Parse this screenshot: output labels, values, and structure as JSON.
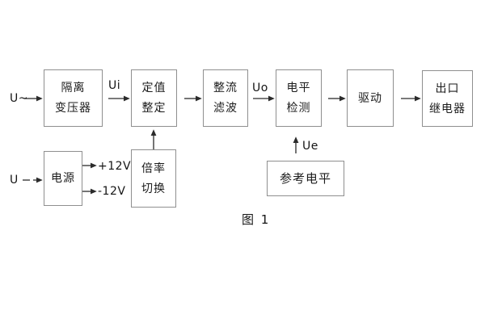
{
  "figure": {
    "caption": "图 1",
    "background_color": "#ffffff",
    "box_border_color": "#8f8f8f",
    "wire_color": "#2b2b2b",
    "text_color": "#1c1c1c"
  },
  "blocks": {
    "isolation_transformer": {
      "line1": "隔离",
      "line2": "变压器"
    },
    "setpoint_adjust": {
      "line1": "定值",
      "line2": "整定"
    },
    "rectify_filter": {
      "line1": "整流",
      "line2": "滤波"
    },
    "level_detect": {
      "line1": "电平",
      "line2": "检测"
    },
    "drive": {
      "label": "驱动"
    },
    "output_relay": {
      "line1": "出口",
      "line2": "继电器"
    },
    "power_supply": {
      "label": "电源"
    },
    "multiplier_switch": {
      "line1": "倍率",
      "line2": "切换"
    },
    "reference_level": {
      "label": "参考电平"
    }
  },
  "signals": {
    "input_ac": "U~",
    "input_dc": "U",
    "ui": "Ui",
    "uo": "Uo",
    "ue": "Ue",
    "plus_12v": "+12V",
    "minus_12v": "-12V"
  }
}
